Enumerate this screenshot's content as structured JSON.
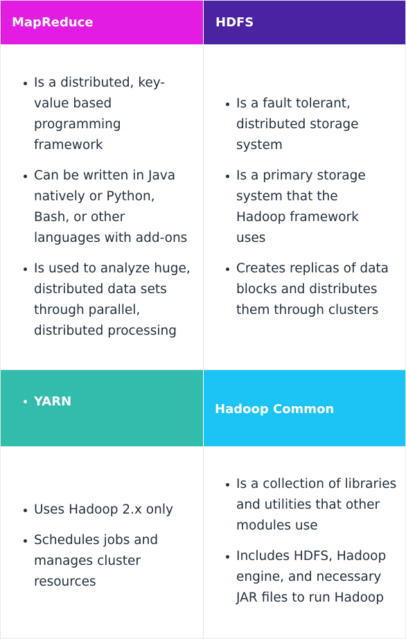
{
  "top_left": {
    "title": "MapReduce",
    "color": "#e21ce3",
    "bullets": [
      "Is a distributed, key-value based programming framework",
      "Can be written in Java natively or Python, Bash, or other languages with add-ons",
      "Is used to analyze huge, distributed data sets through parallel, distributed processing"
    ]
  },
  "top_right": {
    "title": "HDFS",
    "color": "#4a23a2",
    "bullets": [
      "Is a fault tolerant, distributed storage system",
      "Is a primary storage system that the Hadoop framework uses",
      "Creates replicas of data blocks and distributes them through clusters"
    ]
  },
  "bottom_left": {
    "title": "YARN",
    "color": "#31bcab",
    "bullets": [
      "Uses Hadoop 2.x only",
      "Schedules jobs and manages cluster resources"
    ]
  },
  "bottom_right": {
    "title": "Hadoop Common",
    "color": "#1cc3f5",
    "bullets": [
      "Is a collection of libraries and utilities that other modules use",
      "Includes HDFS, Hadoop engine, and necessary JAR files to run Hadoop"
    ]
  }
}
